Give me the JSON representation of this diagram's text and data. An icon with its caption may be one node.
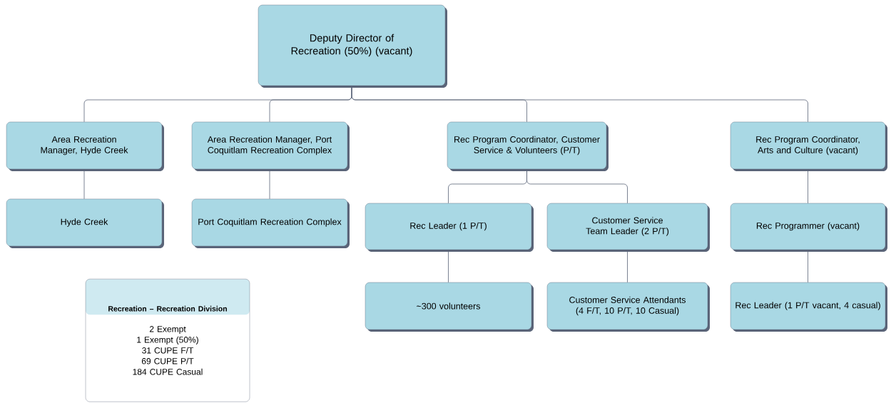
{
  "diagram": {
    "nodes": [
      {
        "text": [
          "Deputy Director of Recreation (50%) (vacant)"
        ]
      },
      {
        "text": [
          "Area Recreation Manager, Hyde Creek"
        ]
      },
      {
        "text": [
          "Area Recreation Manager, Port Coquitlam Recreation Complex"
        ]
      },
      {
        "text": [
          "Rec Program Coordinator, Customer Service & Volunteers (P/T)"
        ]
      },
      {
        "text": [
          "Rec Program Coordinator, Arts and Culture  (vacant)"
        ]
      },
      {
        "text": [
          "Hyde Creek"
        ]
      },
      {
        "text": [
          "Port Coquitlam Recreation Complex"
        ]
      },
      {
        "text": [
          "Rec Leader (1 P/T)"
        ]
      },
      {
        "text": [
          "Customer Service Team Leader (2 P/T)"
        ]
      },
      {
        "text": [
          "Rec Programmer (vacant)"
        ]
      },
      {
        "text": [
          "~300 volunteers"
        ]
      },
      {
        "text": [
          "Customer Service Attendants (4 F/T, 10 P/T, 10 Casual)"
        ]
      },
      {
        "text": [
          "Rec Leader (1 P/T vacant, 4 casual)"
        ]
      },
      {
        "text": [
          "Recreation – Recreation Division",
          "2 Exempt",
          "1 Exempt (50%)",
          "31 CUPE F/T",
          "69 CUPE P/T",
          "184 CUPE Casual"
        ]
      }
    ],
    "edges": [
      {
        "from": 0,
        "to": 1,
        "arrow": "none"
      },
      {
        "from": 0,
        "to": 2,
        "arrow": "none"
      },
      {
        "from": 0,
        "to": 3,
        "arrow": "none"
      },
      {
        "from": 0,
        "to": 4,
        "arrow": "none"
      },
      {
        "from": 1,
        "to": 5,
        "arrow": "none"
      },
      {
        "from": 2,
        "to": 6,
        "arrow": "none"
      },
      {
        "from": 3,
        "to": 7,
        "arrow": "none"
      },
      {
        "from": 3,
        "to": 8,
        "arrow": "none"
      },
      {
        "from": 4,
        "to": 9,
        "arrow": "none"
      },
      {
        "from": 7,
        "to": 10,
        "arrow": "none"
      },
      {
        "from": 8,
        "to": 11,
        "arrow": "none"
      },
      {
        "from": 9,
        "to": 12,
        "arrow": "none"
      }
    ]
  }
}
